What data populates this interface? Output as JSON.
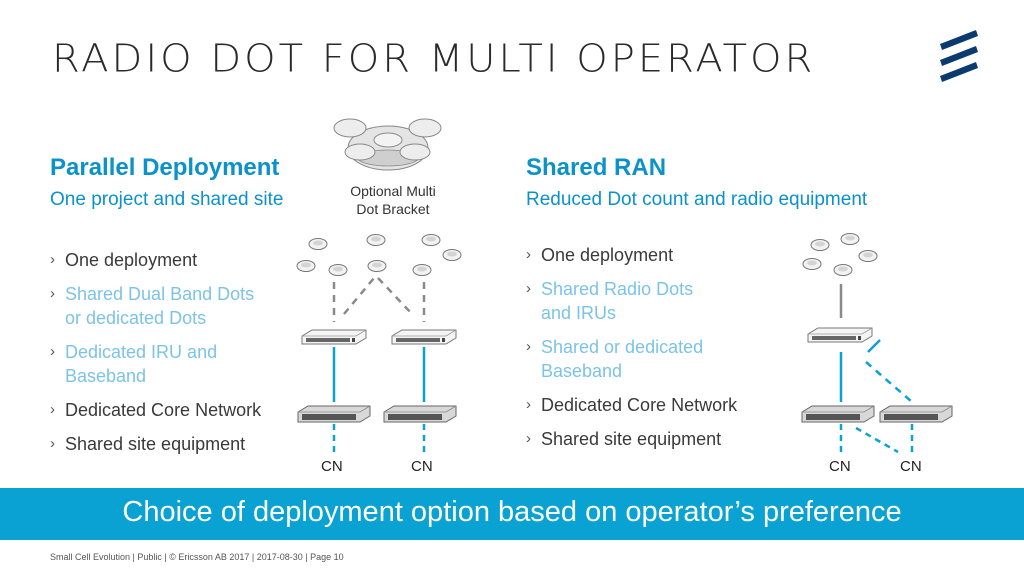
{
  "slide": {
    "title": "RADIO DOT FOR MULTI OPERATOR",
    "logo_icon": "ericsson-logo-icon",
    "accent_color": "#0aa2d2"
  },
  "left": {
    "heading": "Parallel Deployment",
    "subheading": "One project and shared site",
    "bullets": [
      {
        "text": "One deployment",
        "style": "dark"
      },
      {
        "text": "Shared Dual Band Dots\nor dedicated Dots",
        "style": "light"
      },
      {
        "text": "Dedicated IRU and\nBaseband",
        "style": "light"
      },
      {
        "text": "Dedicated Core Network",
        "style": "dark"
      },
      {
        "text": "Shared site equipment",
        "style": "dark"
      }
    ]
  },
  "bracket": {
    "label": "Optional Multi\nDot Bracket"
  },
  "right": {
    "heading": "Shared RAN",
    "subheading": "Reduced Dot count and radio equipment",
    "bullets": [
      {
        "text": "One deployment",
        "style": "dark"
      },
      {
        "text": "Shared Radio Dots\nand IRUs",
        "style": "light"
      },
      {
        "text": "Shared or dedicated\nBaseband",
        "style": "light"
      },
      {
        "text": "Dedicated Core Network",
        "style": "dark"
      },
      {
        "text": "Shared site equipment",
        "style": "dark"
      }
    ]
  },
  "diagrams": {
    "cn_label": "CN",
    "line_color": "#0aa2d2"
  },
  "banner": {
    "text": "Choice of deployment option based on operator’s preference"
  },
  "footer": {
    "text": "Small Cell Evolution  |  Public  |  © Ericsson AB 2017  |  2017-08-30  |  Page 10"
  }
}
